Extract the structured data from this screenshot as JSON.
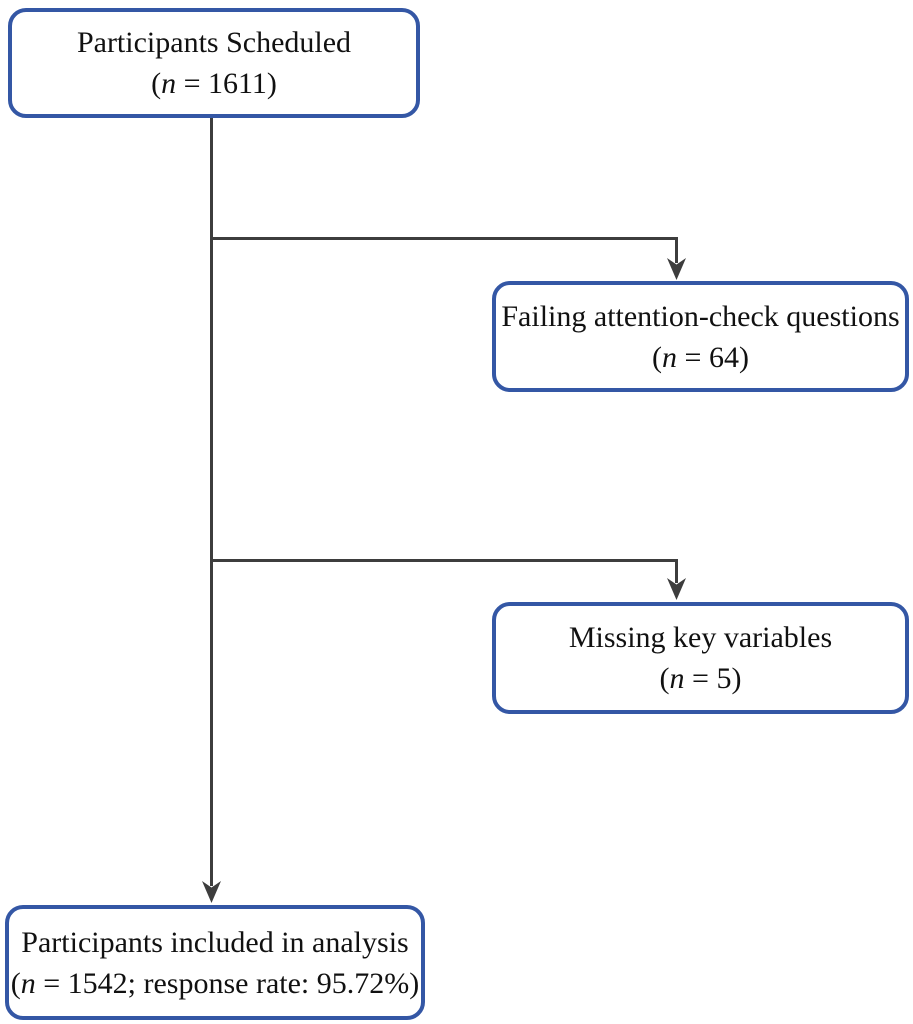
{
  "diagram": {
    "boxes": [
      {
        "id": "participants-scheduled",
        "line1": "Participants Scheduled",
        "paren_open": "(",
        "n_var": "n",
        "paren_rest": " = 1611)"
      },
      {
        "id": "failing-attention-check",
        "line1": "Failing attention-check questions",
        "paren_open": "(",
        "n_var": "n",
        "paren_rest": " = 64)"
      },
      {
        "id": "missing-key-variables",
        "line1": "Missing key variables",
        "paren_open": "(",
        "n_var": "n",
        "paren_rest": " = 5)"
      },
      {
        "id": "participants-included",
        "line1": "Participants included in analysis",
        "paren_open": "(",
        "n_var": "n",
        "paren_rest": " = 1542; response rate: 95.72%)"
      }
    ],
    "colors": {
      "box_border": "#3457a5",
      "connector": "#3d3d3d",
      "text": "#111111",
      "background": "#ffffff"
    }
  }
}
